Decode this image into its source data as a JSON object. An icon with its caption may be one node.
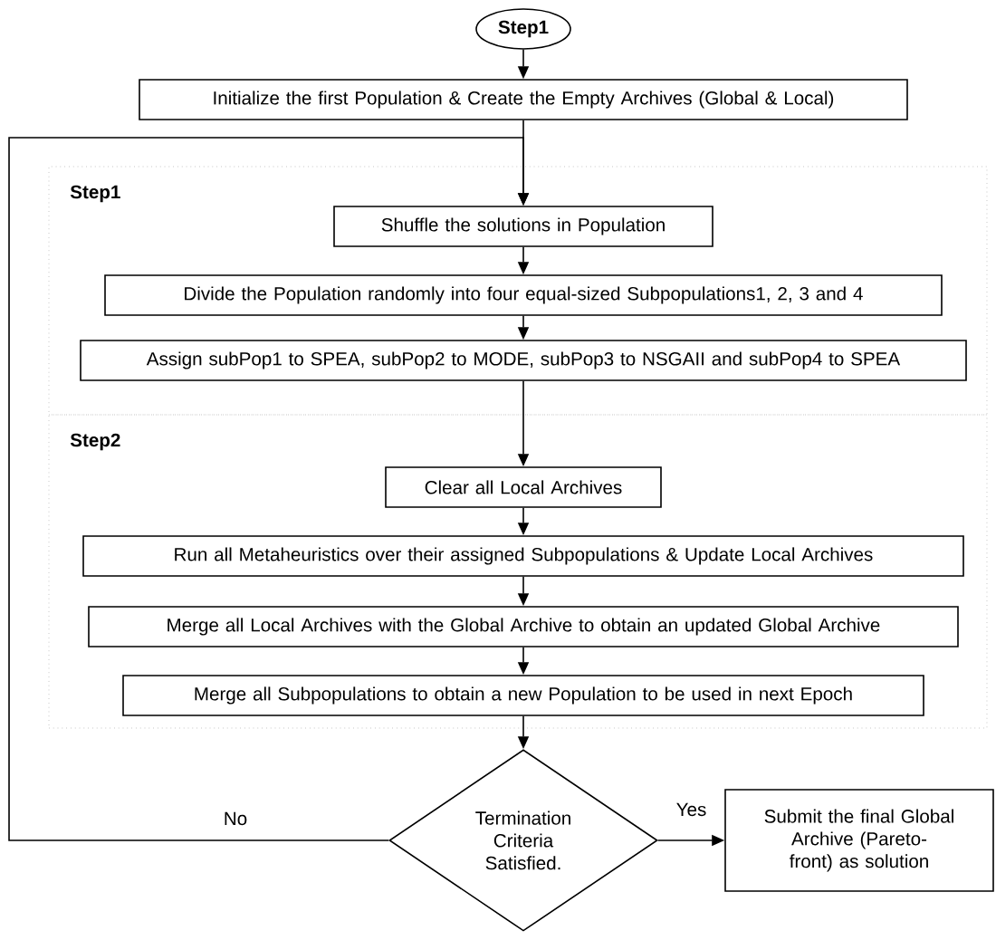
{
  "diagram": {
    "nodes": [
      {
        "text": [
          "Step1"
        ]
      },
      {
        "text": [
          "Initialize the first Population & Create the Empty Archives (Global & Local)"
        ]
      },
      {
        "text": [
          "Step1"
        ]
      },
      {
        "text": [
          "Shuffle the solutions in Population"
        ],
        "in": 2
      },
      {
        "text": [
          "Divide the Population randomly into four equal-sized Subpopulations1, 2, 3 and 4"
        ],
        "in": 2
      },
      {
        "text": [
          "Assign subPop1 to SPEA, subPop2 to MODE, subPop3 to NSGAII and subPop4 to SPEA"
        ],
        "in": 2
      },
      {
        "text": [
          "Step2"
        ]
      },
      {
        "text": [
          "Clear all Local Archives"
        ],
        "in": 6
      },
      {
        "text": [
          "Run all Metaheuristics over their assigned Subpopulations & Update Local Archives"
        ],
        "in": 6
      },
      {
        "text": [
          "Merge all Local Archives with the Global Archive to obtain an updated Global Archive"
        ],
        "in": 6
      },
      {
        "text": [
          "Merge all Subpopulations to obtain a new Population to be used in next Epoch"
        ],
        "in": 6
      },
      {
        "text": [
          "Termination Criteria Satisfied."
        ]
      },
      {
        "text": [
          "Submit the final Global Archive (Pareto-front) as solution"
        ]
      }
    ],
    "edges": [
      {
        "from": 0,
        "to": 1,
        "arrow": "to"
      },
      {
        "from": 1,
        "to": 3,
        "arrow": "to"
      },
      {
        "from": 3,
        "to": 4,
        "arrow": "to"
      },
      {
        "from": 4,
        "to": 5,
        "arrow": "to"
      },
      {
        "from": 5,
        "to": 7,
        "arrow": "to"
      },
      {
        "from": 7,
        "to": 8,
        "arrow": "to"
      },
      {
        "from": 8,
        "to": 9,
        "arrow": "to"
      },
      {
        "from": 9,
        "to": 10,
        "arrow": "to"
      },
      {
        "from": 10,
        "to": 11,
        "arrow": "to"
      },
      {
        "from": 11,
        "to": 12,
        "arrow": "to",
        "label": "Yes"
      },
      {
        "from": 11,
        "to": 3,
        "arrow": "to",
        "label": "No"
      }
    ]
  }
}
